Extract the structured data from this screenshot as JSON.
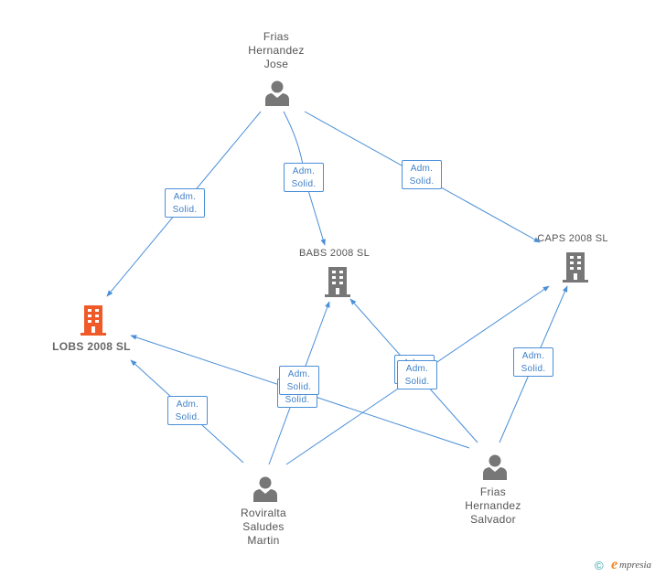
{
  "persons": {
    "jose": {
      "label_lines": [
        "Frias",
        "Hernandez",
        "Jose"
      ],
      "icon": "person-icon"
    },
    "salvador": {
      "label_lines": [
        "Frias",
        "Hernandez",
        "Salvador"
      ],
      "icon": "person-icon"
    },
    "martin": {
      "label_lines": [
        "Roviralta",
        "Saludes",
        "Martin"
      ],
      "icon": "person-icon"
    }
  },
  "companies": {
    "babs": {
      "label": "BABS 2008 SL",
      "icon": "building-icon",
      "color": "#777777"
    },
    "caps": {
      "label": "CAPS 2008 SL",
      "icon": "building-icon",
      "color": "#777777"
    },
    "lobs": {
      "label": "LOBS 2008 SL",
      "icon": "building-icon",
      "color": "#f05a28",
      "highlighted": true
    }
  },
  "relations": {
    "role_line1": "Adm.",
    "role_line2": "Solid."
  },
  "colors": {
    "edge": "#4a8fd8",
    "person_icon": "#777777",
    "highlight_company": "#f05a28",
    "company_icon": "#777777"
  },
  "footer": {
    "copyright": "©",
    "brand_initial": "e",
    "brand_rest": "mpresia"
  }
}
